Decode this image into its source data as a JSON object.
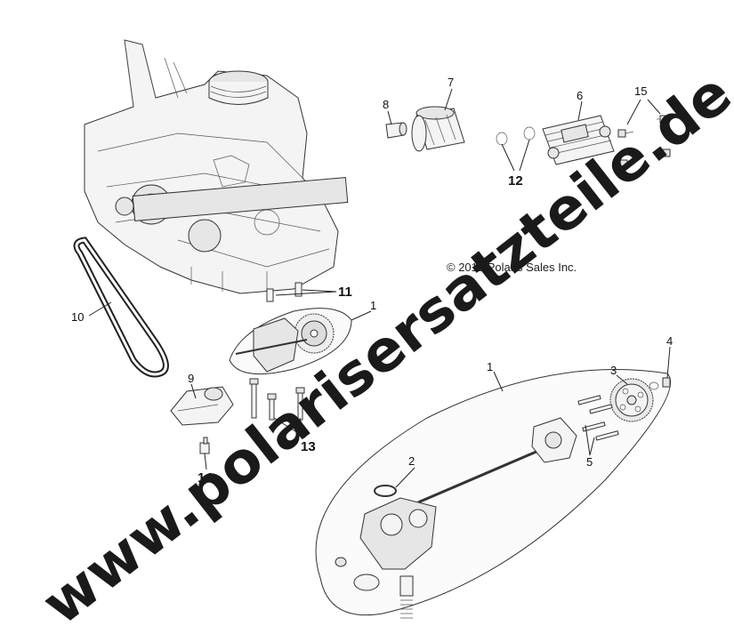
{
  "diagram": {
    "copyright": "© 2012 Polaris Sales Inc.",
    "watermark": "www.polarisersatzteile.de",
    "callouts": {
      "c1a": "1",
      "c1b": "1",
      "c2": "2",
      "c3": "3",
      "c4": "4",
      "c5": "5",
      "c6": "6",
      "c7": "7",
      "c8": "8",
      "c9": "9",
      "c10": "10",
      "c11": "11",
      "c12": "12",
      "c13": "13",
      "c14": "14",
      "c15": "15"
    }
  }
}
